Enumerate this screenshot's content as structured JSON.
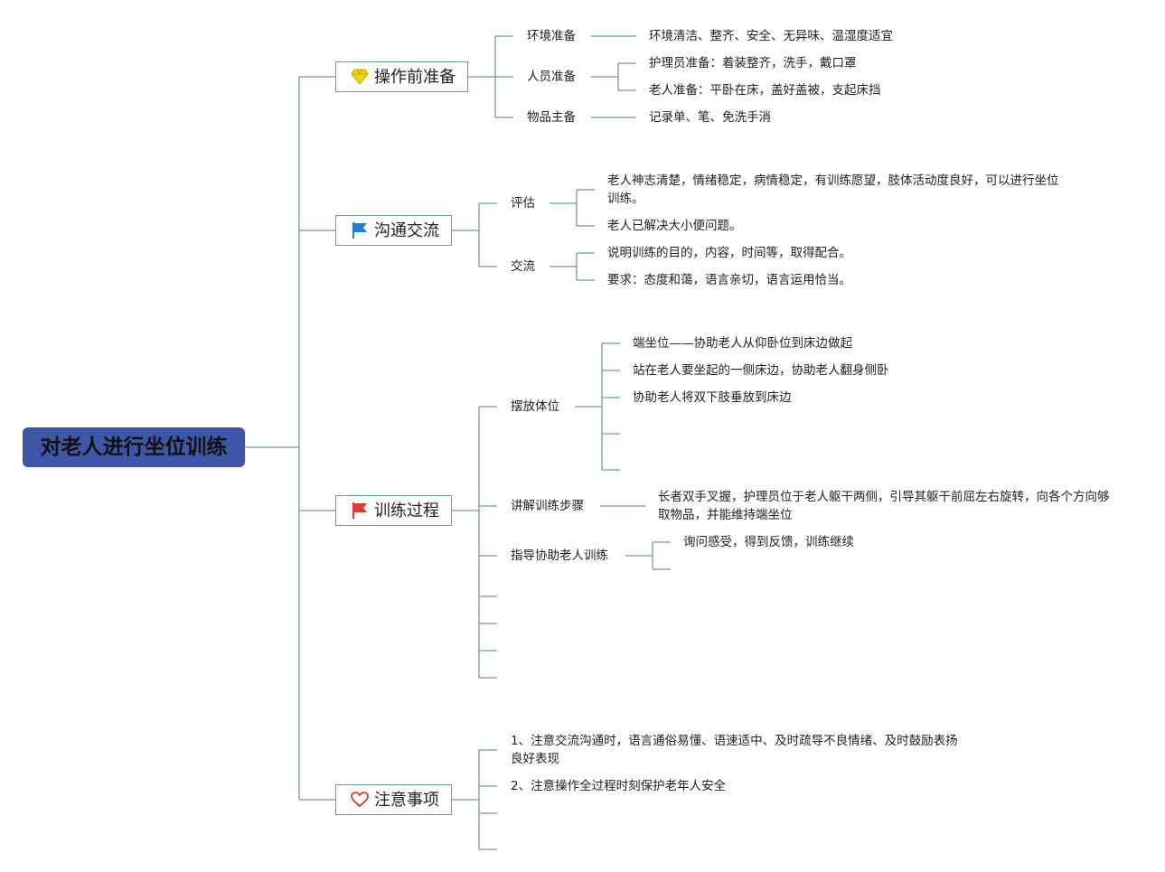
{
  "root": {
    "title": "对老人进行坐位训练"
  },
  "branches": [
    {
      "label": "操作前准备",
      "icon": "diamond-icon",
      "children": [
        {
          "label": "环境准备",
          "details": [
            "环境清洁、整齐、安全、无异味、温湿度适宜"
          ]
        },
        {
          "label": "人员准备",
          "details": [
            "护理员准备：着装整齐，洗手，戴口罩",
            "老人准备：平卧在床，盖好盖被，支起床挡"
          ]
        },
        {
          "label": "物品主备",
          "details": [
            "记录单、笔、免洗手消"
          ]
        }
      ]
    },
    {
      "label": "沟通交流",
      "icon": "blue-flag-icon",
      "children": [
        {
          "label": "评估",
          "details": [
            "老人神志清楚，情绪稳定，病情稳定，有训练愿望，肢体活动度良好，可以进行坐位训练。",
            "老人已解决大小便问题。"
          ]
        },
        {
          "label": "交流",
          "details": [
            "说明训练的目的，内容，时间等，取得配合。",
            "要求：态度和蔼，语言亲切，语言运用恰当。"
          ]
        }
      ]
    },
    {
      "label": "训练过程",
      "icon": "red-flag-icon",
      "children": [
        {
          "label": "摆放体位",
          "details": [
            "端坐位——协助老人从仰卧位到床边做起",
            "站在老人要坐起的一侧床边，协助老人翻身侧卧",
            "协助老人将双下肢垂放到床边"
          ]
        },
        {
          "label": "讲解训练步骤",
          "details": [
            "长者双手叉握，护理员位于老人躯干两侧，引导其躯干前屈左右旋转，向各个方向够取物品，并能维持端坐位"
          ]
        },
        {
          "label": "指导协助老人训练",
          "details": [
            "询问感受，得到反馈，训练继续"
          ]
        }
      ]
    },
    {
      "label": "注意事项",
      "icon": "heart-icon",
      "notes": [
        "1、注意交流沟通时，语言通俗易懂、语速适中、及时疏导不良情绪、及时鼓励表扬良好表现",
        "2、注意操作全过程时刻保护老年人安全"
      ]
    }
  ],
  "colors": {
    "root_fill": "#3f55a6",
    "line": "#6f9e8c",
    "diamond": "#f2d600",
    "blue_flag": "#1f7fd6",
    "red_flag": "#e03a2f",
    "heart": "#e03a2f"
  }
}
